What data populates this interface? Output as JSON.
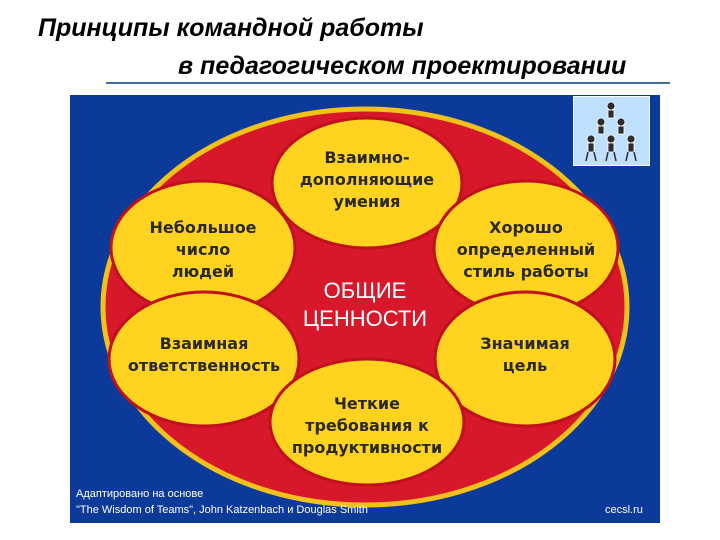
{
  "title": {
    "line1": "Принципы командной работы",
    "line2": "в педагогическом проектировании"
  },
  "diagram": {
    "center": "ОБЩИЕ\nЦЕННОСТИ",
    "nodes": {
      "top": "Взаимно-\nдополняющие\nумения",
      "top_left": "Небольшое\nчисло\nлюдей",
      "top_right": "Хорошо\nопределенный\nстиль работы",
      "bottom_left": "Взаимная\nответственность",
      "bottom_right": "Значимая\nцель",
      "bottom": "Четкие\nтребования к\nпродуктивности"
    },
    "colors": {
      "background": "#0c3a9a",
      "outer_ellipse": "#d7182a",
      "outer_border": "#f2c21b",
      "node_fill": "#ffd31f",
      "node_border": "#c0101c",
      "center_text": "#ffffff"
    },
    "illustration_icon": "team-pyramid-icon"
  },
  "footer": {
    "source_line1": "Адаптировано на основе",
    "source_line2": "\"The Wisdom of Teams\", John Katzenbach и Douglas Smith",
    "site": "cecsl.ru"
  }
}
